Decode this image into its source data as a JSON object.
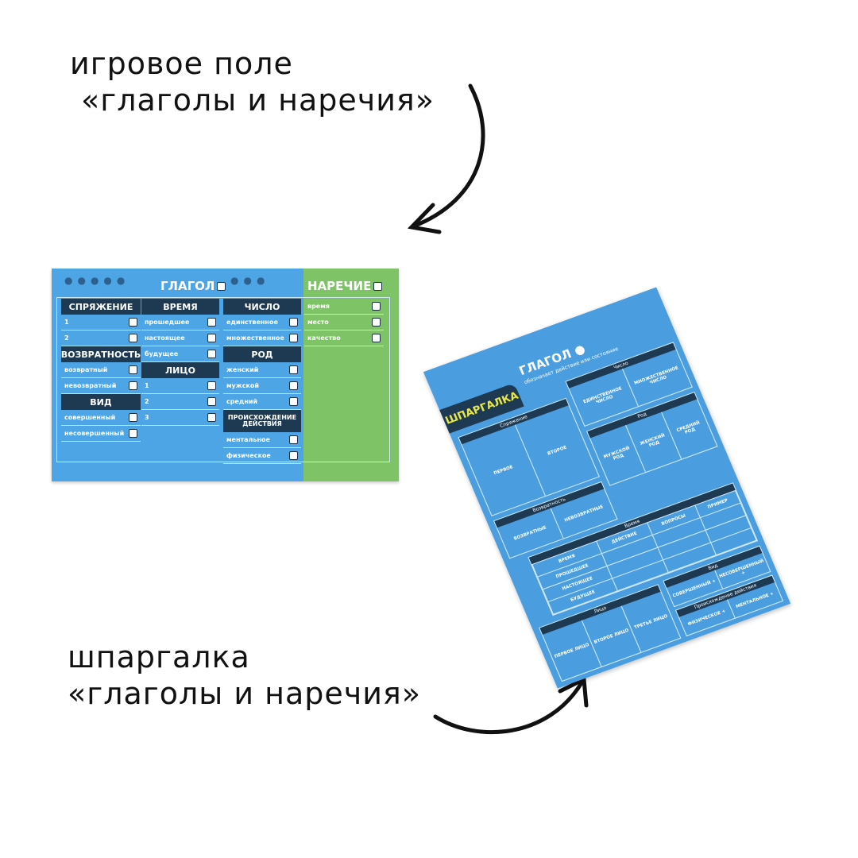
{
  "captions": {
    "top_line1": "игровое поле",
    "top_line2": "«глаголы и наречия»",
    "bottom_line1": "шпаргалка",
    "bottom_line2": "«глаголы и наречия»"
  },
  "board": {
    "title_verb": "ГЛАГОЛ",
    "title_adverb": "НАРЕЧИЕ",
    "col1": [
      {
        "h": "СПРЯЖЕНИЕ"
      },
      {
        "r": "1"
      },
      {
        "r": "2"
      },
      {
        "h": "ВОЗВРАТНОСТЬ"
      },
      {
        "r": "возвратный"
      },
      {
        "r": "невозвратный"
      },
      {
        "h": "ВИД"
      },
      {
        "r": "совершенный"
      },
      {
        "r": "несовершенный"
      }
    ],
    "col2": [
      {
        "h": "ВРЕМЯ"
      },
      {
        "r": "прошедшее"
      },
      {
        "r": "настоящее"
      },
      {
        "r": "будущее"
      },
      {
        "h": "ЛИЦО"
      },
      {
        "r": "1"
      },
      {
        "r": "2"
      },
      {
        "r": "3"
      }
    ],
    "col3": [
      {
        "h": "ЧИСЛО"
      },
      {
        "r": "единственное"
      },
      {
        "r": "множественное"
      },
      {
        "h": "РОД"
      },
      {
        "r": "женский"
      },
      {
        "r": "мужской"
      },
      {
        "r": "средний"
      },
      {
        "h": "ПРОИСХОЖДЕНИЕ ДЕЙСТВИЯ",
        "tall": true
      },
      {
        "r": "ментальное"
      },
      {
        "r": "физическое"
      }
    ],
    "col4": [
      {
        "r": "время"
      },
      {
        "r": "место"
      },
      {
        "r": "качество"
      }
    ],
    "colors": {
      "blue": "#4ea5e6",
      "green": "#7ec466",
      "dark": "#1e3a52"
    }
  },
  "sheet": {
    "tab": "ШПАРГАЛКА",
    "title": "ГЛАГОЛ",
    "subtitle": "обозначает действие или состояние",
    "conj": {
      "h": "Спряжение",
      "a": "ПЕРВОЕ",
      "b": "ВТОРОЕ"
    },
    "refl": {
      "h": "Возвратность",
      "a": "ВОЗВРАТНЫЕ",
      "b": "НЕВОЗВРАТНЫЕ"
    },
    "num": {
      "h": "Число",
      "a": "ЕДИНСТВЕННОЕ ЧИСЛО",
      "b": "МНОЖЕСТВЕННОЕ ЧИСЛО"
    },
    "gen": {
      "h": "Род",
      "a": "МУЖСКОЙ РОД",
      "b": "ЖЕНСКИЙ РОД",
      "c": "СРЕДНИЙ РОД"
    },
    "time": {
      "h": "Время",
      "cols": [
        "ВРЕМЯ",
        "ДЕЙСТВИЕ",
        "ВОПРОСЫ",
        "ПРИМЕР"
      ],
      "rows": [
        "ПРОШЕДШЕЕ",
        "НАСТОЯЩЕЕ",
        "БУДУЩЕЕ"
      ]
    },
    "aspect": {
      "h": "Вид",
      "a": "СОВЕРШЕННЫЙ +",
      "b": "НЕСОВЕРШЕННЫЙ +"
    },
    "person": {
      "h": "Лицо",
      "a": "ПЕРВОЕ ЛИЦО",
      "b": "ВТОРОЕ ЛИЦО",
      "c": "ТРЕТЬЕ ЛИЦО"
    },
    "origin": {
      "h": "Происхождение действия",
      "a": "ФИЗИЧЕСКОЕ +",
      "b": "МЕНТАЛЬНОЕ +"
    }
  }
}
